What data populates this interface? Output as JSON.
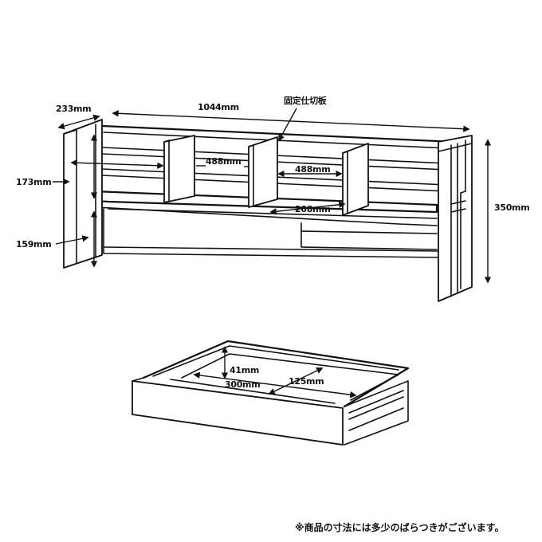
{
  "shelf": {
    "labels": {
      "depth": "233mm",
      "width": "1044mm",
      "fixed_divider": "固定仕切板",
      "upper_height": "173mm",
      "lower_height": "159mm",
      "left_compartment": "488mm",
      "right_compartment": "488mm",
      "divider_gap": "208mm",
      "total_height": "350mm"
    }
  },
  "drawer": {
    "labels": {
      "height": "41mm",
      "width": "300mm",
      "depth": "125mm"
    }
  },
  "footnote": "※商品の寸法には多少のばらつきがございます。"
}
